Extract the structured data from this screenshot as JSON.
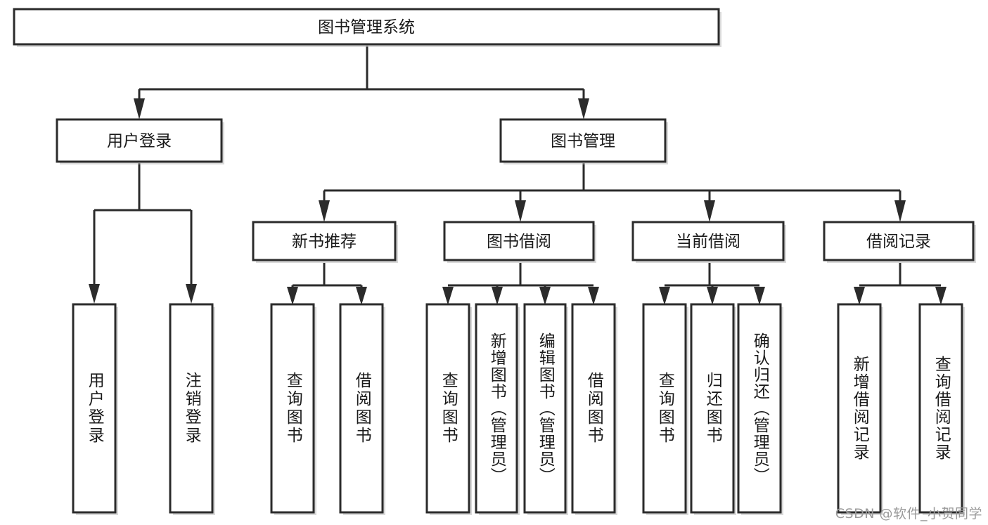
{
  "diagram": {
    "type": "tree",
    "title_node": {
      "label": "图书管理系统"
    },
    "level2": [
      {
        "id": "user-login",
        "label": "用户登录"
      },
      {
        "id": "book-manage",
        "label": "图书管理"
      }
    ],
    "level3": [
      {
        "id": "new-book-recommend",
        "label": "新书推荐"
      },
      {
        "id": "book-borrow",
        "label": "图书借阅"
      },
      {
        "id": "current-borrow",
        "label": "当前借阅"
      },
      {
        "id": "borrow-record",
        "label": "借阅记录"
      }
    ],
    "leaves": [
      {
        "id": "leaf-user-login",
        "label": "用户登录",
        "parent": "user-login"
      },
      {
        "id": "leaf-logout-login",
        "label": "注销登录",
        "parent": "user-login"
      },
      {
        "id": "leaf-query-book-1",
        "label": "查询图书",
        "parent": "new-book-recommend"
      },
      {
        "id": "leaf-borrow-book-1",
        "label": "借阅图书",
        "parent": "new-book-recommend"
      },
      {
        "id": "leaf-query-book-2",
        "label": "查询图书",
        "parent": "book-borrow"
      },
      {
        "id": "leaf-add-book",
        "label": "新增图书（管理员）",
        "parent": "book-borrow"
      },
      {
        "id": "leaf-edit-book",
        "label": "编辑图书（管理员）",
        "parent": "book-borrow"
      },
      {
        "id": "leaf-borrow-book-2",
        "label": "借阅图书",
        "parent": "book-borrow"
      },
      {
        "id": "leaf-query-book-3",
        "label": "查询图书",
        "parent": "current-borrow"
      },
      {
        "id": "leaf-return-book",
        "label": "归还图书",
        "parent": "current-borrow"
      },
      {
        "id": "leaf-confirm-return",
        "label": "确认归还（管理员）",
        "parent": "current-borrow"
      },
      {
        "id": "leaf-add-record",
        "label": "新增借阅记录",
        "parent": "borrow-record"
      },
      {
        "id": "leaf-query-record",
        "label": "查询借阅记录",
        "parent": "borrow-record"
      }
    ],
    "colors": {
      "stroke": "#2b2b2b",
      "fill": "#ffffff",
      "text": "#1a1a1a",
      "watermark": "#9a9a9a"
    }
  },
  "watermark": {
    "text": "CSDN @软件_小贺同学"
  }
}
